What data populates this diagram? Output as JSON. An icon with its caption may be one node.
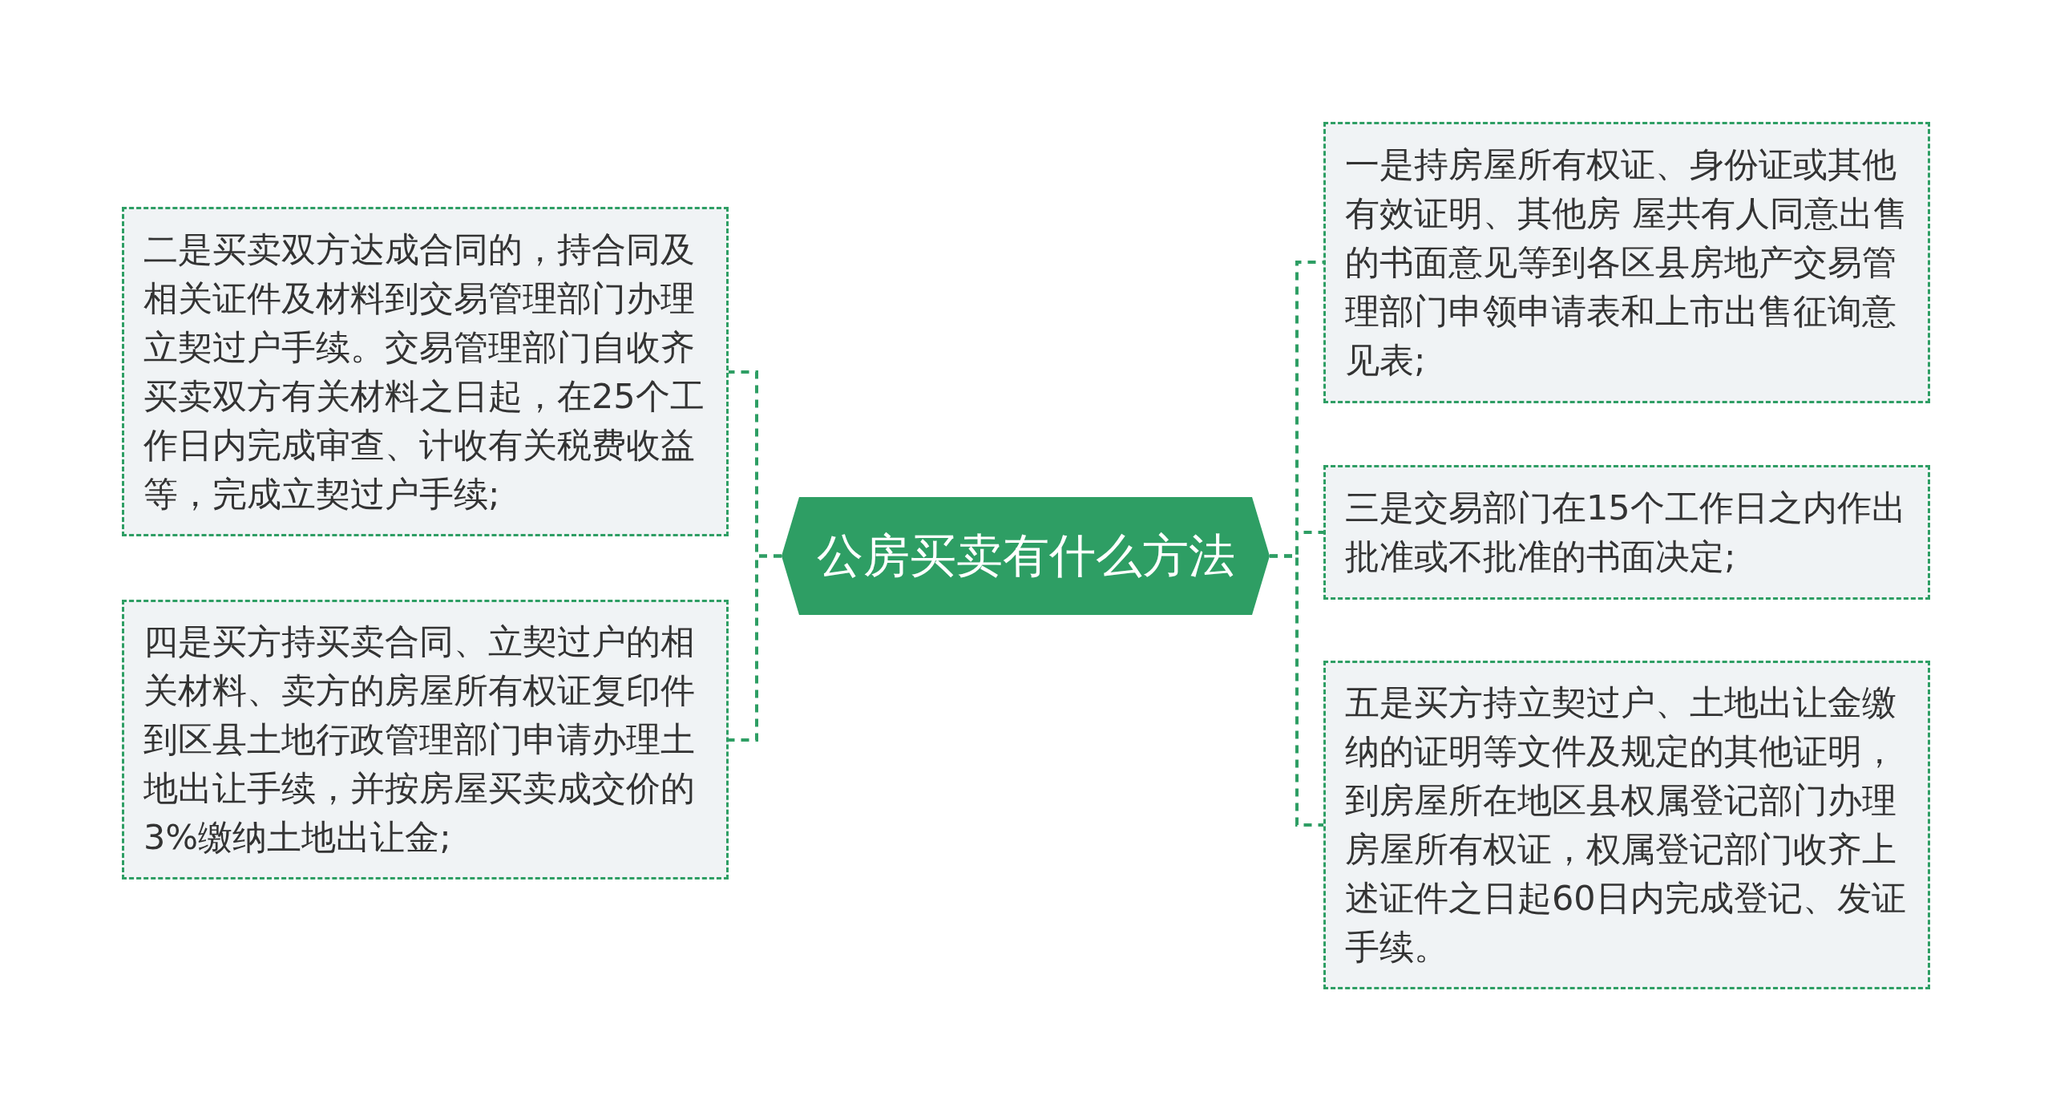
{
  "diagram": {
    "nodes": [
      {
        "text": [
          "公房买卖有什么方法"
        ]
      },
      {
        "text": [
          "一是持房屋所有权证、身份证或其他有效证明、其他房 屋共有人同意出售的书面意见等到各区县房地产交易管理部门申领申请表和上市出售征询意见表;"
        ]
      },
      {
        "text": [
          "二是买卖双方达成合同的，持合同及相关证件及材料到交易管理部门办理立契过户手续。交易管理部门自收齐买卖双方有关材料之日起，在25个工作日内完成审查、计收有关税费收益等，完成立契过户手续;"
        ]
      },
      {
        "text": [
          "三是交易部门在15个工作日之内作出批准或不批准的书面决定;"
        ]
      },
      {
        "text": [
          "四是买方持买卖合同、立契过户的相关材料、卖方的房屋所有权证复印件到区县土地行政管理部门申请办理土地出让手续，并按房屋买卖成交价的3%缴纳土地出让金;"
        ]
      },
      {
        "text": [
          "五是买方持立契过户、土地出让金缴纳的证明等文件及规定的其他证明，到房屋所在地区县权属登记部门办理房屋所有权证，权属登记部门收齐上述证件之日起60日内完成登记、发证手续。"
        ]
      }
    ],
    "edges": [
      {
        "from": 0,
        "to": 1,
        "arrow": "none",
        "style": "dashed"
      },
      {
        "from": 0,
        "to": 2,
        "arrow": "none",
        "style": "dashed"
      },
      {
        "from": 0,
        "to": 3,
        "arrow": "none",
        "style": "dashed"
      },
      {
        "from": 0,
        "to": 4,
        "arrow": "none",
        "style": "dashed"
      },
      {
        "from": 0,
        "to": 5,
        "arrow": "none",
        "style": "dashed"
      }
    ]
  }
}
